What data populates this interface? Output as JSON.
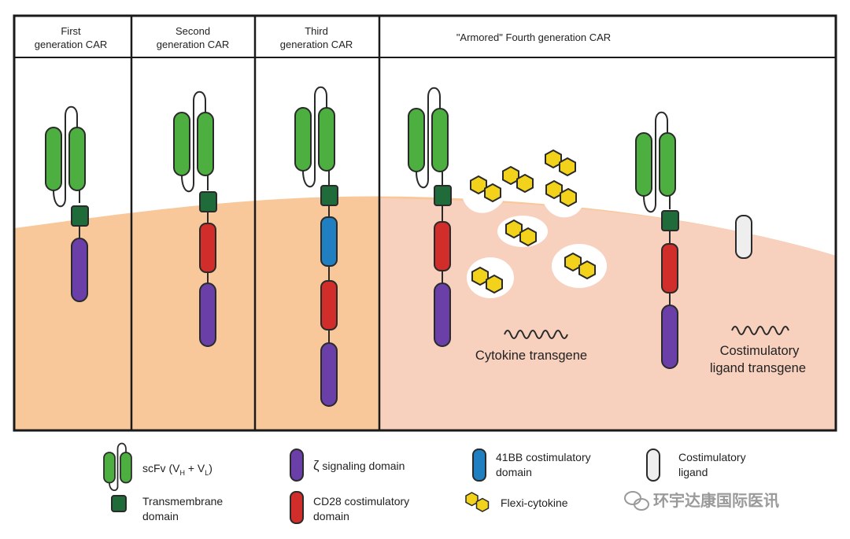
{
  "panels": [
    {
      "line1": "First",
      "line2": "generation CAR"
    },
    {
      "line1": "Second",
      "line2": "generation CAR"
    },
    {
      "line1": "Third",
      "line2": "generation CAR"
    },
    {
      "line1": "\"Armored\" Fourth generation CAR"
    }
  ],
  "labels": {
    "cytokine_transgene": "Cytokine transgene",
    "costim_transgene_line1": "Costimulatory",
    "costim_transgene_line2": "ligand transgene"
  },
  "legend": {
    "scfv_prefix": "scFv (V",
    "scfv_h": "H",
    "scfv_mid": " + V",
    "scfv_l": "L",
    "scfv_suffix": ")",
    "zeta_symbol": "ζ",
    "zeta": " signaling domain",
    "bb41_line1": "41BB costimulatory",
    "bb41_line2": "domain",
    "costim_ligand_line1": "Costimulatory",
    "costim_ligand_line2": "ligand",
    "transmembrane_line1": "Transmembrane",
    "transmembrane_line2": "domain",
    "cd28_line1": "CD28 costimulatory",
    "cd28_line2": "domain",
    "flexi": "Flexi-cytokine"
  },
  "watermark": "环宇达康国际医讯",
  "colors": {
    "scfv_green": "#4caf3f",
    "transmembrane": "#1f6b3a",
    "zeta_purple": "#6a3fa8",
    "cd28_red": "#d02d2b",
    "bb41_blue": "#1f7fc0",
    "cytokine_yellow": "#f2d21a",
    "cell_orange": "#f8c89a",
    "cell_pink": "#f8d0be"
  }
}
